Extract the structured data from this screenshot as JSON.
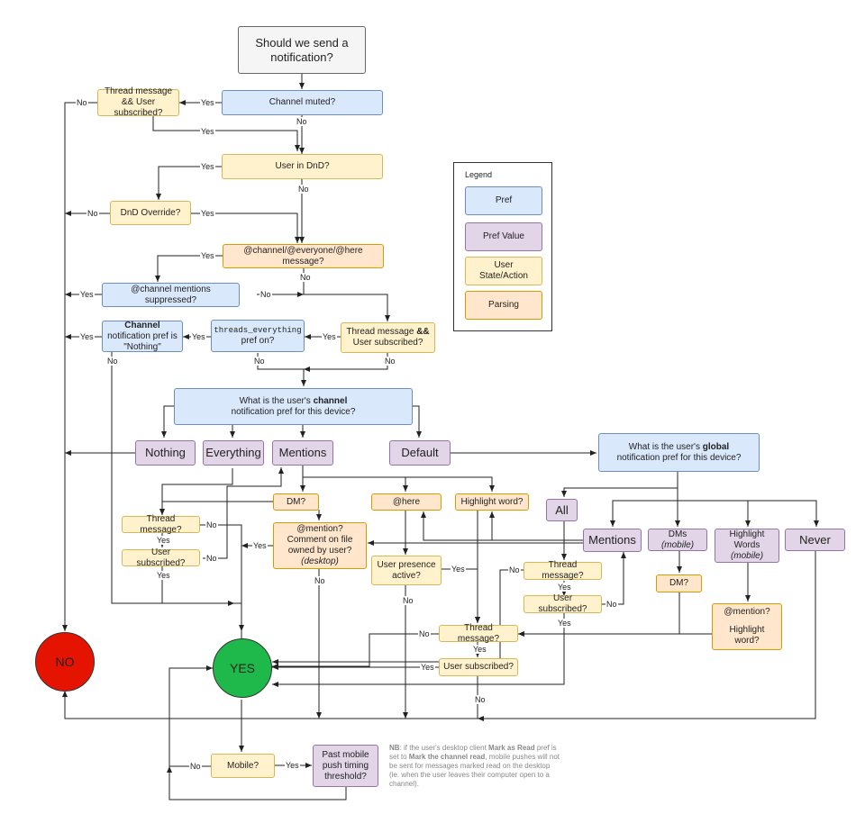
{
  "nodes": {
    "start": "Should we send a notification?",
    "channel_muted": "Channel muted?",
    "thread_sub_1": "Thread message && User subscribed?",
    "user_dnd": "User in DnD?",
    "dnd_override": "DnD Override?",
    "channel_everyone_here": "@channel/@everyone/@here message?",
    "channel_mentions_suppressed": "@channel mentions suppressed?",
    "thread_sub_2_a": "Thread message ",
    "thread_sub_2_b": "&&",
    "thread_sub_2_c": " User subscribed?",
    "threads_everything_code": "threads_everything",
    "threads_everything_rest": "pref on?",
    "channel_nothing_a": "Channel",
    "channel_nothing_b": " notification pref is \"Nothing\"",
    "channel_pref_a": "What is the user's ",
    "channel_pref_b": "channel",
    "channel_pref_c": " notification pref for this device?",
    "nothing": "Nothing",
    "everything": "Everything",
    "mentions_1": "Mentions",
    "default": "Default",
    "global_pref_a": "What is the user's ",
    "global_pref_b": "global",
    "global_pref_c": " notification pref for this device?",
    "all": "All",
    "mentions_2": "Mentions",
    "dms_mobile_a": "DMs ",
    "dms_mobile_b": "(mobile)",
    "highlight_words_a": "Highlight Words",
    "highlight_words_b": "(mobile)",
    "never": "Never",
    "dm_1": "DM?",
    "here": "@here",
    "highlight_word": "Highlight word?",
    "thread_message_left": "Thread message?",
    "user_subscribed_left": "User subscribed?",
    "mention_comment_a": "@mention?",
    "mention_comment_b": "Comment on file owned by user? ",
    "mention_comment_c": "(desktop)",
    "user_presence": "User presence active?",
    "thread_message_right": "Thread message?",
    "user_subscribed_right": "User subscribed?",
    "dm_2": "DM?",
    "mention_highlight_a": "@mention?",
    "mention_highlight_b": "Highlight word?",
    "thread_message_mid": "Thread message?",
    "user_subscribed_mid": "User subscribed?",
    "no": "NO",
    "yes": "YES",
    "mobile": "Mobile?",
    "past_mobile": "Past mobile push timing threshold?"
  },
  "edge_labels": {
    "yes": "Yes",
    "no": "No"
  },
  "legend": {
    "title": "Legend",
    "items": [
      "Pref",
      "Pref Value",
      "User State/Action",
      "Parsing"
    ]
  },
  "note": {
    "nb": "NB",
    "t1": ": if the user's desktop client ",
    "b1": "Mark as Read",
    "t2": " pref is set to ",
    "b2": "Mark the channel read",
    "t3": ", mobile pushes will not be sent for messages marked read on the desktop (ie. when the user leaves their computer open to a channel)."
  },
  "colors": {
    "pref": "#dae8fc",
    "pref_value": "#e1d5e7",
    "user_state": "#fff2cc",
    "parsing": "#ffe6cc",
    "no": "#e51400",
    "yes": "#1fb84a"
  }
}
